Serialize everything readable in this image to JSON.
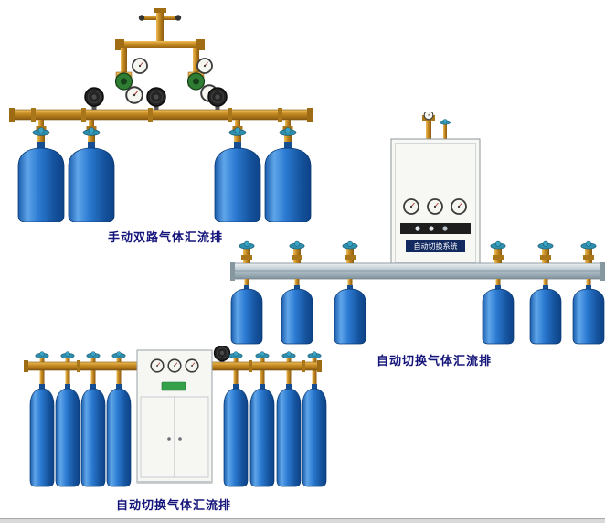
{
  "page": {
    "background_color": "#ffffff"
  },
  "products": [
    {
      "id": "manual-dual-gas-manifold",
      "caption": "手动双路气体汇流排",
      "cylinder_count": 4
    },
    {
      "id": "auto-switch-gas-manifold-wall",
      "caption": "自动切换气体汇流排",
      "cabinet_label": "自动切换系统",
      "cylinder_count": 6
    },
    {
      "id": "auto-switch-gas-manifold-floor",
      "caption": "自动切换气体汇流排",
      "cylinder_count": 8
    }
  ],
  "colors": {
    "caption_text": "#14147a",
    "cylinder_blue": "#2b7ad2",
    "brass": "#c1871f",
    "rail_silver": "#b5c2cc",
    "cap_teal": "#2f8fae",
    "regulator_green": "#2e7d32"
  }
}
